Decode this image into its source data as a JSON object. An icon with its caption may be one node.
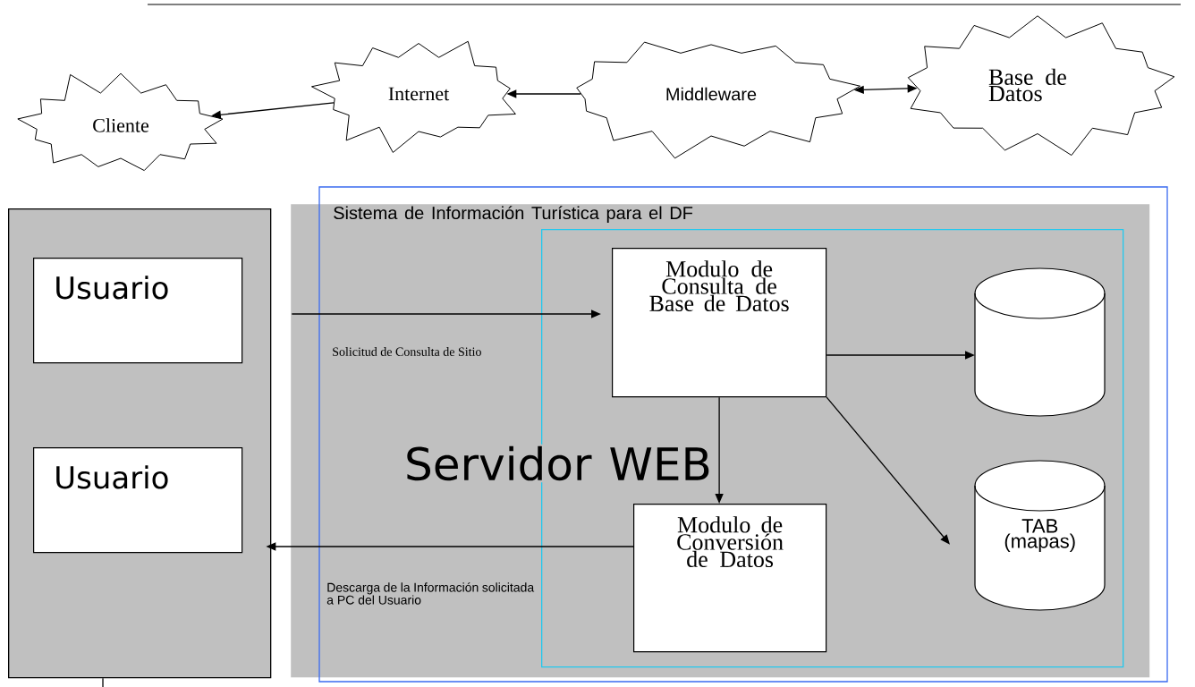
{
  "diagram": {
    "nodes": [
      {
        "text": [
          "Cliente"
        ]
      },
      {
        "text": [
          "Internet"
        ]
      },
      {
        "text": [
          "Middleware"
        ]
      },
      {
        "text": [
          "Base de Datos"
        ]
      },
      {
        "text": [],
        "shape": "box"
      },
      {
        "text": [
          "Usuario"
        ],
        "in": 4
      },
      {
        "text": [
          "Usuario"
        ],
        "in": 4
      },
      {
        "text": [
          "Sistema de Información Turística para el DF"
        ]
      },
      {
        "text": [
          "Servidor WEB"
        ],
        "in": 7
      },
      {
        "text": [
          "Modulo de Consulta de Base de Datos"
        ],
        "in": 8
      },
      {
        "text": [
          "Modulo de Conversión de Datos"
        ],
        "in": 8
      },
      {
        "text": [],
        "shape": "cylinder",
        "in": 8
      },
      {
        "text": [
          "TAB (mapas)"
        ],
        "in": 8
      }
    ],
    "edges": [
      {
        "from": 1,
        "to": 0,
        "arrow": "to"
      },
      {
        "from": 2,
        "to": 1,
        "arrow": "to"
      },
      {
        "from": 2,
        "to": 3,
        "arrow": "both"
      },
      {
        "from": 4,
        "to": 9,
        "arrow": "to",
        "label": "Solicitud de Consulta de Sitio"
      },
      {
        "from": 9,
        "to": 11,
        "arrow": "to"
      },
      {
        "from": 9,
        "to": 12,
        "arrow": "to"
      },
      {
        "from": 9,
        "to": 10,
        "arrow": "to"
      },
      {
        "from": 10,
        "to": 4,
        "arrow": "to",
        "label": "Descarga de la Información solicitada a PC del Usuario"
      },
      {
        "from": 4,
        "to": null,
        "arrow": "none"
      }
    ]
  }
}
